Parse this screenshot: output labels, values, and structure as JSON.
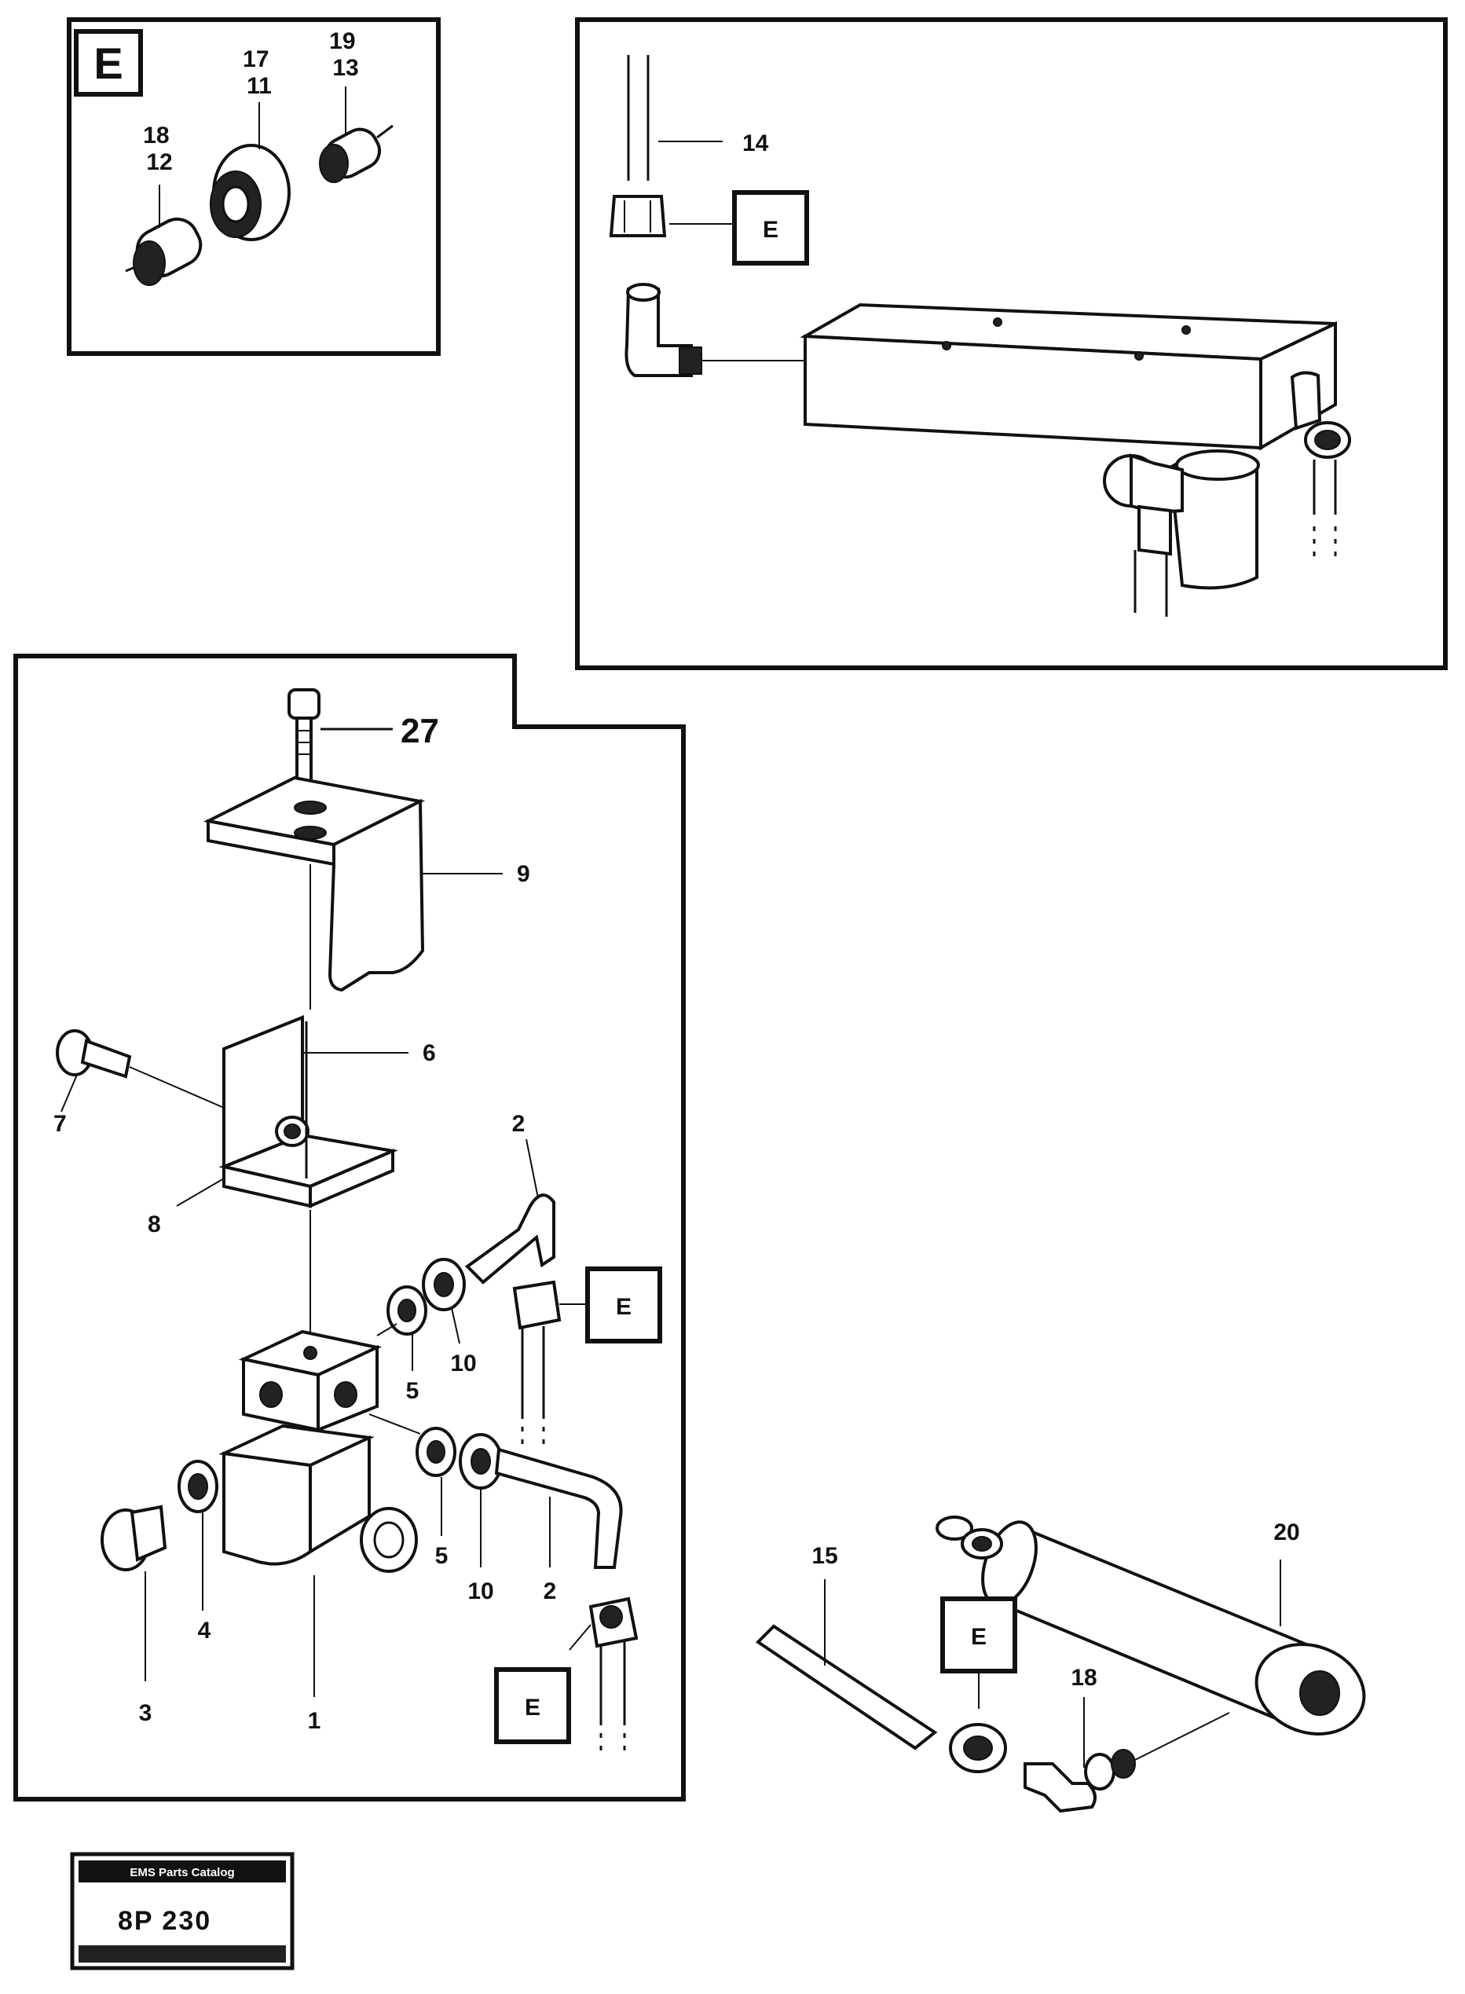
{
  "detail_ref_label": "E",
  "callouts": {
    "c27": "27",
    "c9": "9",
    "c6": "6",
    "c7": "7",
    "c8": "8",
    "c2a": "2",
    "c5a": "5",
    "c10a": "10",
    "c5b": "5",
    "c10b": "10",
    "c2b": "2",
    "c4": "4",
    "c3": "3",
    "c1": "1",
    "c14": "14",
    "c15": "15",
    "c18": "18",
    "c20": "20",
    "e_top": "17\n11",
    "e_right": "19\n13",
    "e_left": "18\n12"
  },
  "stamp": {
    "header": "EMS Parts Catalog",
    "code": "8P 230",
    "footer": ""
  }
}
